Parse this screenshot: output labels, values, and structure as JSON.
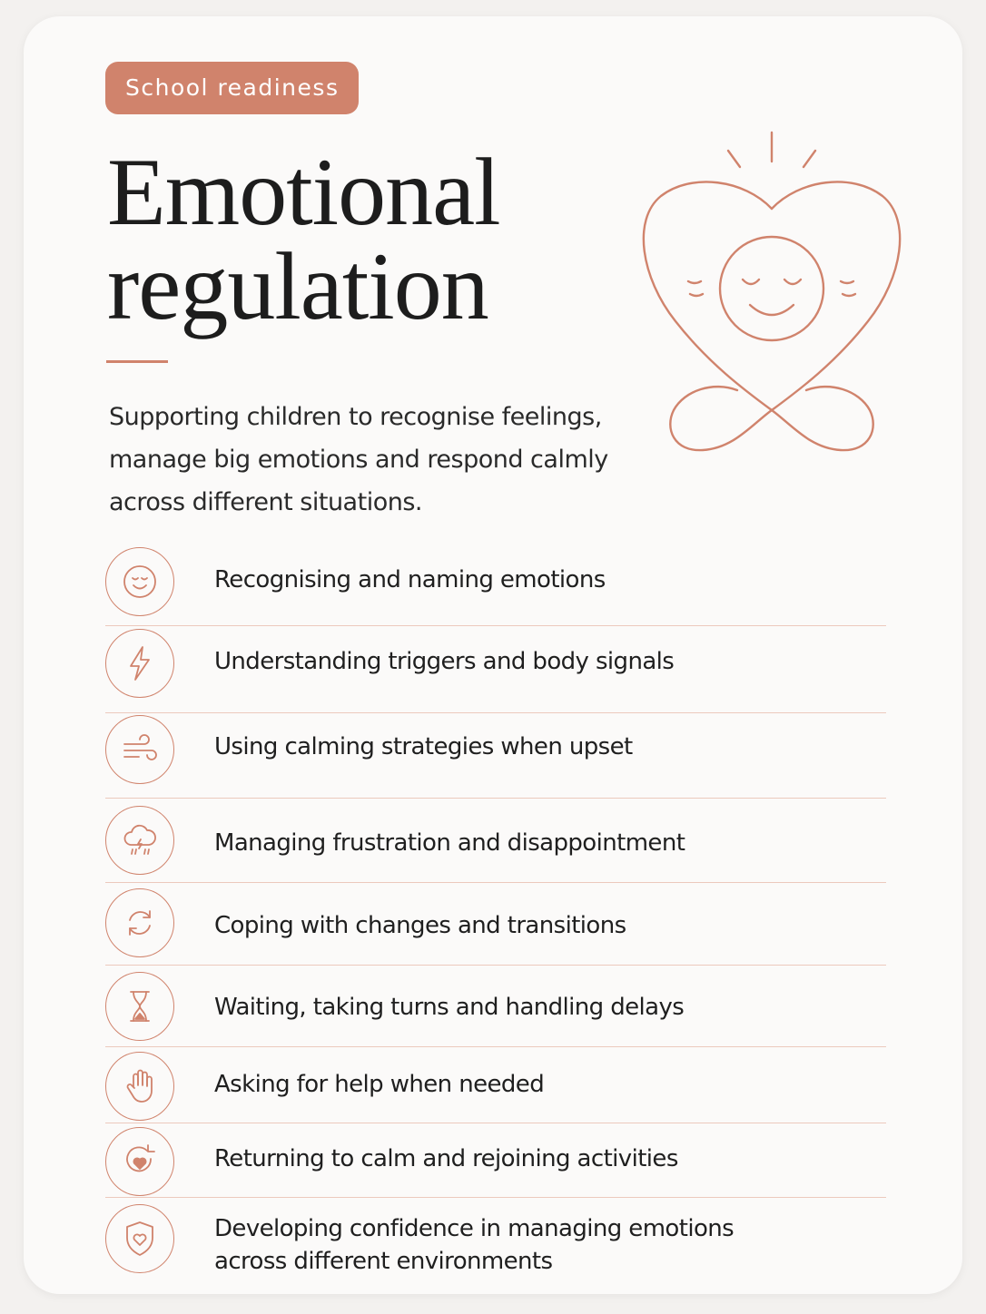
{
  "badge": "School readiness",
  "title": {
    "line1": "Emotional",
    "line2": "regulation"
  },
  "intro": {
    "line1": "Supporting children to recognise feelings,",
    "line2": "manage big emotions and respond calmly",
    "line3": "across different situations."
  },
  "accent_color": "#d0836c",
  "hero_icon": "calm-heart-meditation-icon",
  "items": [
    {
      "icon": "smile-face-icon",
      "label": "Recognising and naming emotions"
    },
    {
      "icon": "lightning-bolt-icon",
      "label": "Understanding triggers and body signals"
    },
    {
      "icon": "wind-icon",
      "label": "Using calming strategies when upset"
    },
    {
      "icon": "storm-cloud-icon",
      "label": "Managing frustration and disappointment"
    },
    {
      "icon": "cycle-arrows-icon",
      "label": "Coping with changes and transitions"
    },
    {
      "icon": "hourglass-icon",
      "label": "Waiting, taking turns and handling delays"
    },
    {
      "icon": "raised-hand-icon",
      "label": "Asking for help when needed"
    },
    {
      "icon": "heart-refresh-icon",
      "label": "Returning to calm and rejoining activities"
    },
    {
      "icon": "heart-shield-icon",
      "label_line1": "Developing confidence in managing emotions",
      "label_line2": "across different environments"
    }
  ]
}
